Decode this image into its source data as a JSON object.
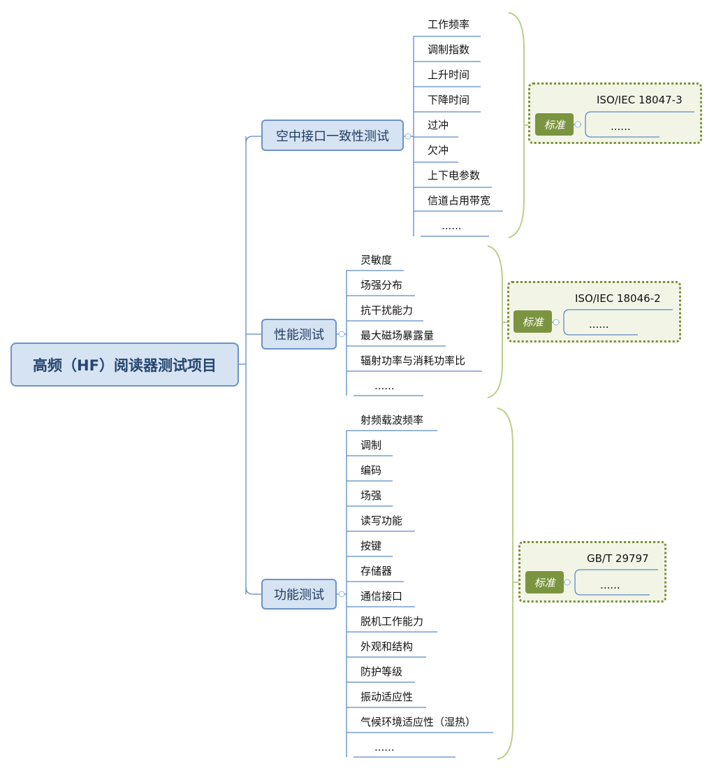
{
  "root": {
    "label": "高频（HF）阅读器测试项目"
  },
  "branches": [
    {
      "label": "空中接口一致性测试",
      "items": [
        "工作频率",
        "调制指数",
        "上升时间",
        "下降时间",
        "过冲",
        "欠冲",
        "上下电参数",
        "信道占用带宽",
        "......"
      ],
      "standard": {
        "label": "标准",
        "items": [
          "ISO/IEC 18047-3",
          "......"
        ]
      }
    },
    {
      "label": "性能测试",
      "items": [
        "灵敏度",
        "场强分布",
        "抗干扰能力",
        "最大磁场暴露量",
        "辐射功率与消耗功率比",
        "......"
      ],
      "standard": {
        "label": "标准",
        "items": [
          "ISO/IEC 18046-2",
          "......"
        ]
      }
    },
    {
      "label": "功能测试",
      "items": [
        "射频载波频率",
        "调制",
        "编码",
        "场强",
        "读写功能",
        "按键",
        "存储器",
        "通信接口",
        "脱机工作能力",
        "外观和结构",
        "防护等级",
        "振动适应性",
        "气候环境适应性（湿热）",
        "......"
      ],
      "standard": {
        "label": "标准",
        "items": [
          "GB/T 29797",
          "......"
        ]
      }
    }
  ],
  "colors": {
    "line_blue": "#5b8ac4",
    "bracket_green": "#b9cf8a",
    "std_border": "#7a8f3a",
    "std_label": "#7b9440"
  }
}
